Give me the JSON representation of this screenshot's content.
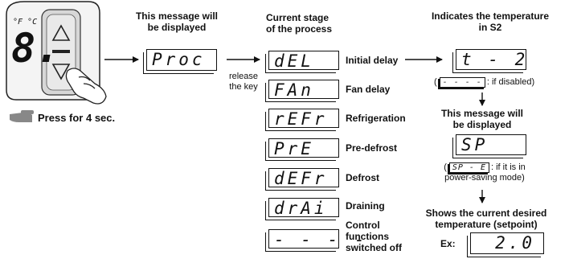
{
  "device": {
    "unit_label": "°F °C",
    "digit": "8."
  },
  "press_instruction": "Press for 4 sec.",
  "step1": {
    "heading_line1": "This message will",
    "heading_line2": "be displayed",
    "display": "Proc"
  },
  "release": {
    "line1": "release",
    "line2": "the key"
  },
  "stages": {
    "heading_line1": "Current stage",
    "heading_line2": "of the process",
    "items": [
      {
        "code": "dEL",
        "label": "Initial delay"
      },
      {
        "code": "FAn",
        "label": "Fan delay"
      },
      {
        "code": "rEFr",
        "label": "Refrigeration"
      },
      {
        "code": "PrE",
        "label": "Pre-defrost"
      },
      {
        "code": "dEFr",
        "label": "Defrost"
      },
      {
        "code": "drAi",
        "label": "Draining"
      },
      {
        "code": "- - - -",
        "label_line1": "Control",
        "label_line2": "functions",
        "label_line3": "switched off"
      }
    ]
  },
  "s2": {
    "heading_line1": "Indicates the temperature",
    "heading_line2": "in S2",
    "display": "t - 2",
    "note_code": "- - - -",
    "note_text": ": if disabled)"
  },
  "sp_msg": {
    "heading_line1": "This message will",
    "heading_line2": "be displayed",
    "display": "SP",
    "note_code": "SP - E",
    "note_text_line1": ": if it is in",
    "note_text_line2": "power-saving mode)"
  },
  "setpoint": {
    "heading_line1": "Shows the current desired",
    "heading_line2": "temperature (setpoint)",
    "ex_label": "Ex:",
    "display": "2.0"
  }
}
